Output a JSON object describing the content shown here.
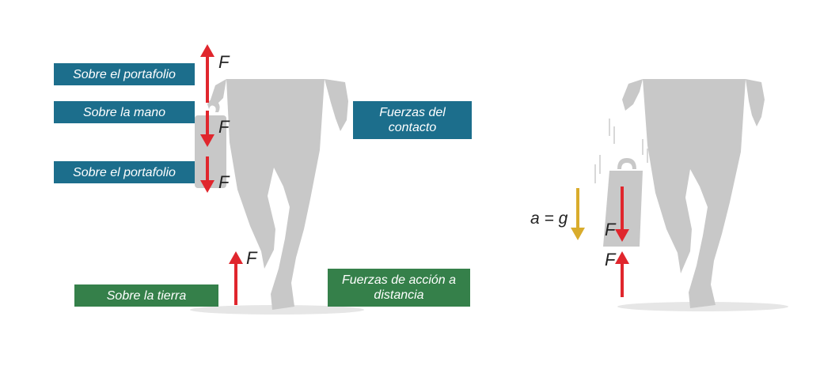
{
  "labels": {
    "sobre_portafolio_1": "Sobre el portafolio",
    "sobre_mano": "Sobre la mano",
    "sobre_portafolio_2": "Sobre el portafolio",
    "sobre_tierra": "Sobre la tierra",
    "fuerzas_contacto": "Fuerzas del contacto",
    "fuerzas_distancia": "Fuerzas de acción a distancia"
  },
  "force_symbol": "F",
  "acceleration_label": "a = g",
  "colors": {
    "label_blue": "#1c6e8c",
    "label_green": "#35804a",
    "force_arrow": "#e0262d",
    "acceleration_arrow": "#d9ac2c",
    "figure_gray": "#c8c8c8",
    "ground_shadow": "#e6e6e6"
  }
}
